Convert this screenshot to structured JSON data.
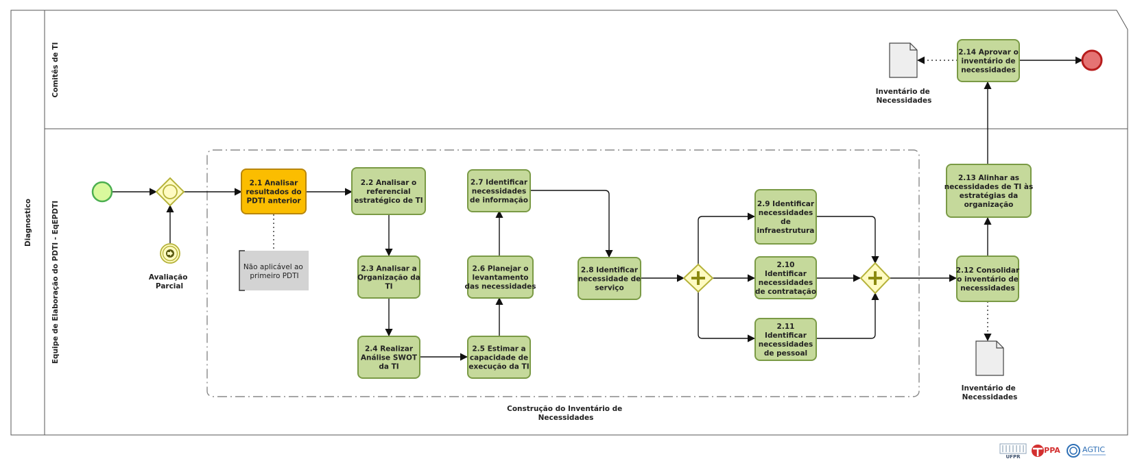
{
  "pool": {
    "label": "Diagnostico"
  },
  "lanes": [
    {
      "id": "lane-comite",
      "label": "Comitês de TI"
    },
    {
      "id": "lane-equipe",
      "label": "Equipe de Elaboração do PDTI - EqEPDTI"
    }
  ],
  "group": {
    "label_lines": [
      "Construção do Inventário de",
      "Necessidades"
    ]
  },
  "tasks": [
    {
      "id": "t2_1",
      "lines": [
        "2.1 Analisar",
        "resultados do",
        "PDTI anterior"
      ],
      "highlight": true
    },
    {
      "id": "t2_2",
      "lines": [
        "2.2 Analisar o",
        "referencial",
        "estratégico de TI"
      ]
    },
    {
      "id": "t2_3",
      "lines": [
        "2.3 Analisar a",
        "Organização da",
        "TI"
      ]
    },
    {
      "id": "t2_4",
      "lines": [
        "2.4 Realizar",
        "Análise SWOT",
        "da TI"
      ]
    },
    {
      "id": "t2_5",
      "lines": [
        "2.5 Estimar a",
        "capacidade de",
        "execução da TI"
      ]
    },
    {
      "id": "t2_6",
      "lines": [
        "2.6 Planejar o",
        "levantamento",
        "das necessidades"
      ]
    },
    {
      "id": "t2_7",
      "lines": [
        "2.7 Identificar",
        "necessidades",
        "de informação"
      ]
    },
    {
      "id": "t2_8",
      "lines": [
        "2.8 Identificar",
        "necessidade de",
        "serviço"
      ]
    },
    {
      "id": "t2_9",
      "lines": [
        "2.9 Identificar",
        "necessidades",
        "de",
        "infraestrutura"
      ]
    },
    {
      "id": "t2_10",
      "lines": [
        "2.10",
        "Identificar",
        "necessidades",
        "de contratação"
      ]
    },
    {
      "id": "t2_11",
      "lines": [
        "2.11",
        "Identificar",
        "necessidades",
        "de pessoal"
      ]
    },
    {
      "id": "t2_12",
      "lines": [
        "2.12 Consolidar",
        "o inventário de",
        "necessidades"
      ]
    },
    {
      "id": "t2_13",
      "lines": [
        "2.13 Alinhar as",
        "necessidades de TI às",
        "estratégias da",
        "organização"
      ]
    },
    {
      "id": "t2_14",
      "lines": [
        "2.14 Aprovar o",
        "inventário de",
        "necessidades"
      ]
    }
  ],
  "annotation": {
    "lines": [
      "Não aplicável ao",
      "primeiro PDTI"
    ]
  },
  "event_label": {
    "lines": [
      "Avaliação",
      "Parcial"
    ]
  },
  "data_objects": [
    {
      "id": "doc1",
      "lines": [
        "Inventário de",
        "Necessidades"
      ]
    },
    {
      "id": "doc2",
      "lines": [
        "Inventário de",
        "Necessidades"
      ]
    }
  ],
  "logos": {
    "ufpr": "UFPR",
    "ppa": "PPA",
    "agtic": "AGTIC"
  },
  "colors": {
    "task_fill": "#c5d99b",
    "task_stroke": "#7a9a45",
    "highlight_fill": "#fbbd00",
    "start_fill": "#d9f99d",
    "start_stroke": "#4caf50",
    "end_fill": "#e57373",
    "end_stroke": "#b71c1c",
    "gateway_fill": "#fffbc2",
    "gateway_stroke": "#b5b23a",
    "annotation_fill": "#d3d3d3"
  }
}
